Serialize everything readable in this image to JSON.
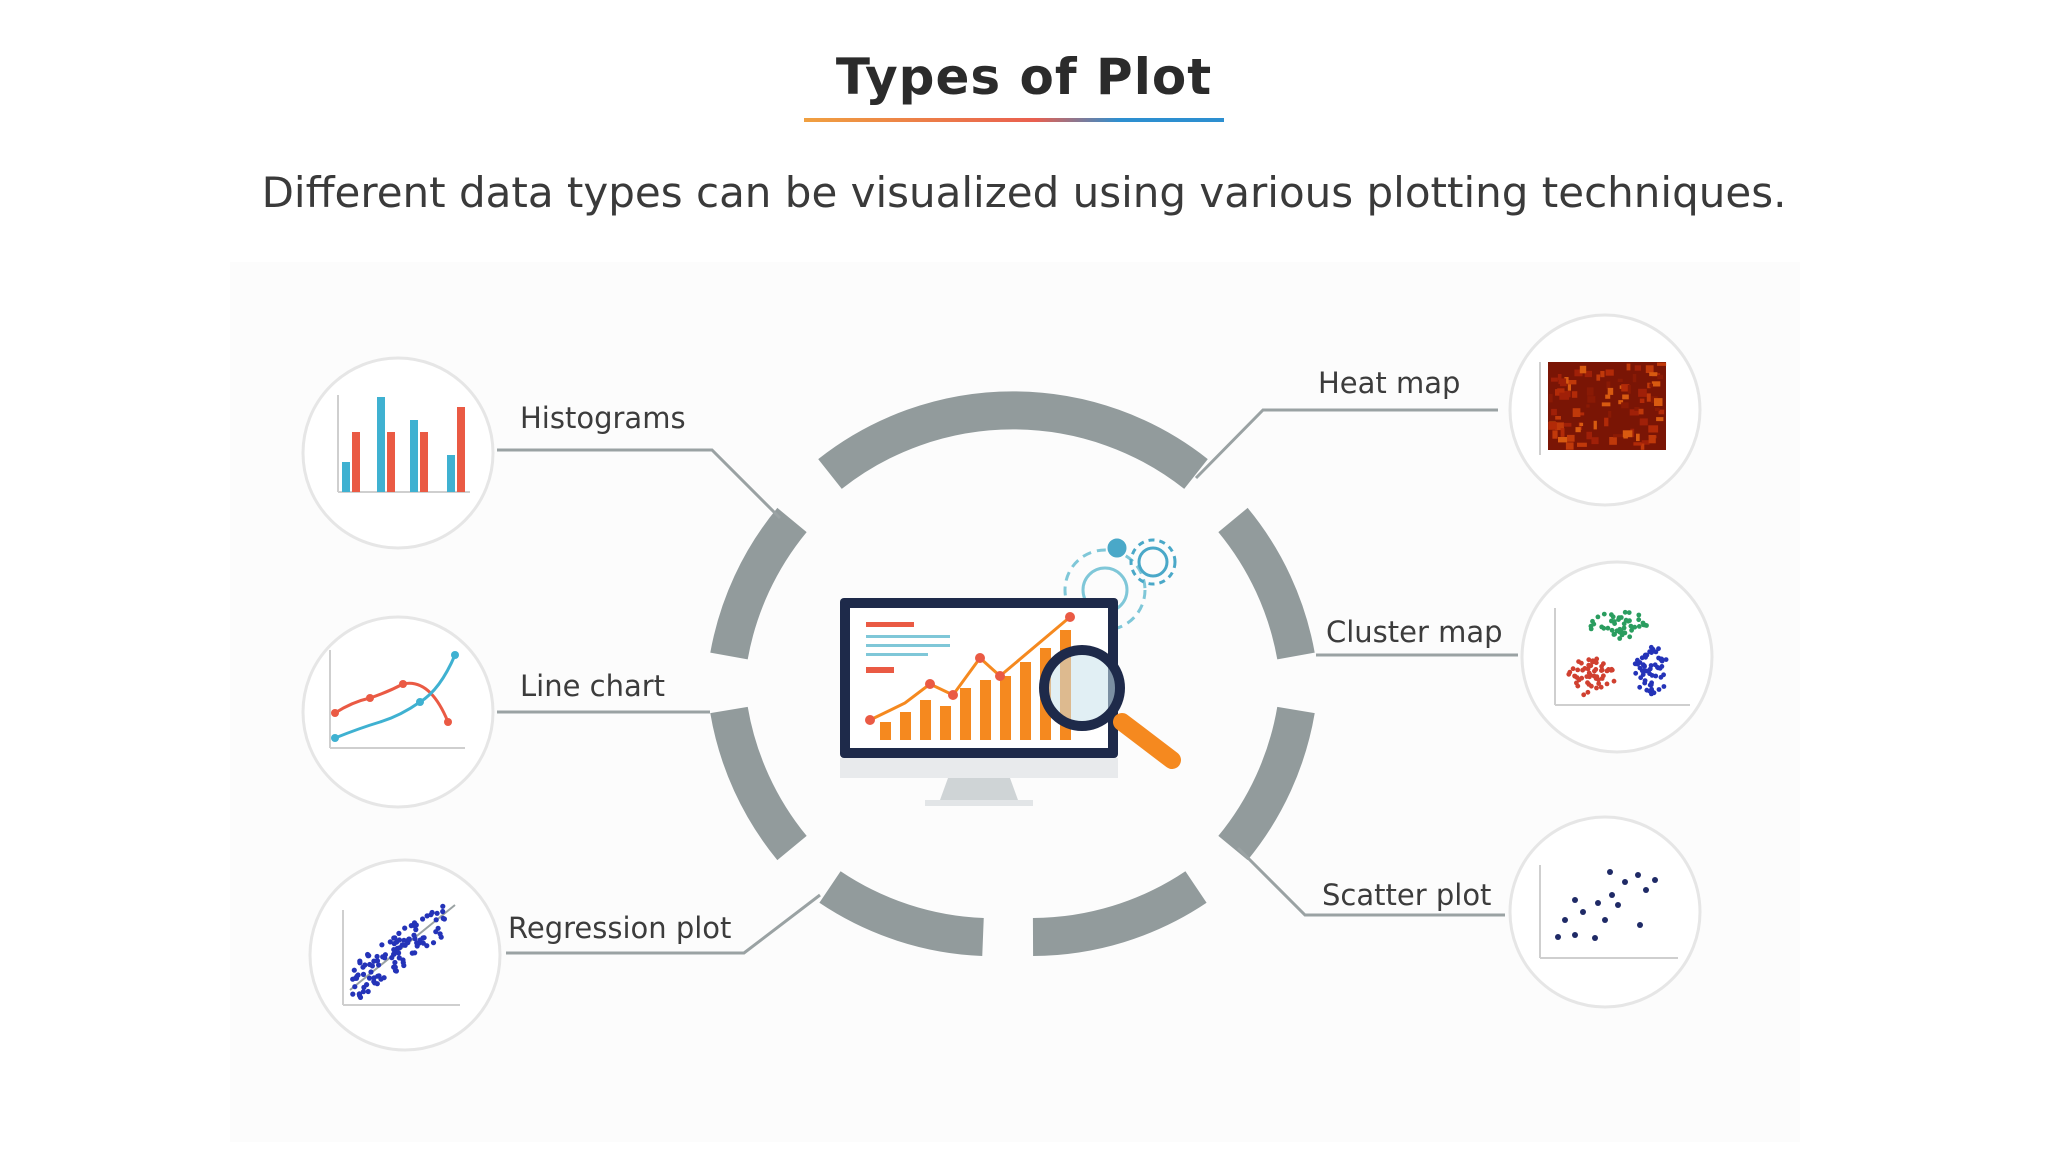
{
  "slide": {
    "title": "Types of Plot",
    "subtitle": "Different data types can be visualized using various plotting techniques."
  },
  "diagram": {
    "left_items": [
      {
        "id": "histograms",
        "label": "Histograms",
        "icon": "histogram-icon"
      },
      {
        "id": "line-chart",
        "label": "Line chart",
        "icon": "line-chart-icon"
      },
      {
        "id": "regression-plot",
        "label": "Regression plot",
        "icon": "regression-plot-icon"
      }
    ],
    "right_items": [
      {
        "id": "heat-map",
        "label": "Heat map",
        "icon": "heat-map-icon"
      },
      {
        "id": "cluster-map",
        "label": "Cluster map",
        "icon": "cluster-map-icon"
      },
      {
        "id": "scatter-plot",
        "label": "Scatter plot",
        "icon": "scatter-plot-icon"
      }
    ],
    "center_icon": "monitor-analytics-icon"
  },
  "colors": {
    "ring": "#929b9c",
    "connector": "#9aa2a3",
    "circle_border": "#e6e6e6",
    "title_underline": [
      "#f0a040",
      "#e95f4f",
      "#2d8fd0"
    ],
    "bar_blue": "#3fb1d1",
    "bar_red": "#ea5a44",
    "orange": "#f5891f",
    "navy": "#1e2a4a",
    "heat_dark": "#7a1505",
    "cluster_green": "#2a9d5f",
    "cluster_red": "#d04030",
    "cluster_blue": "#2433b8",
    "scatter_navy": "#1f2a66"
  }
}
